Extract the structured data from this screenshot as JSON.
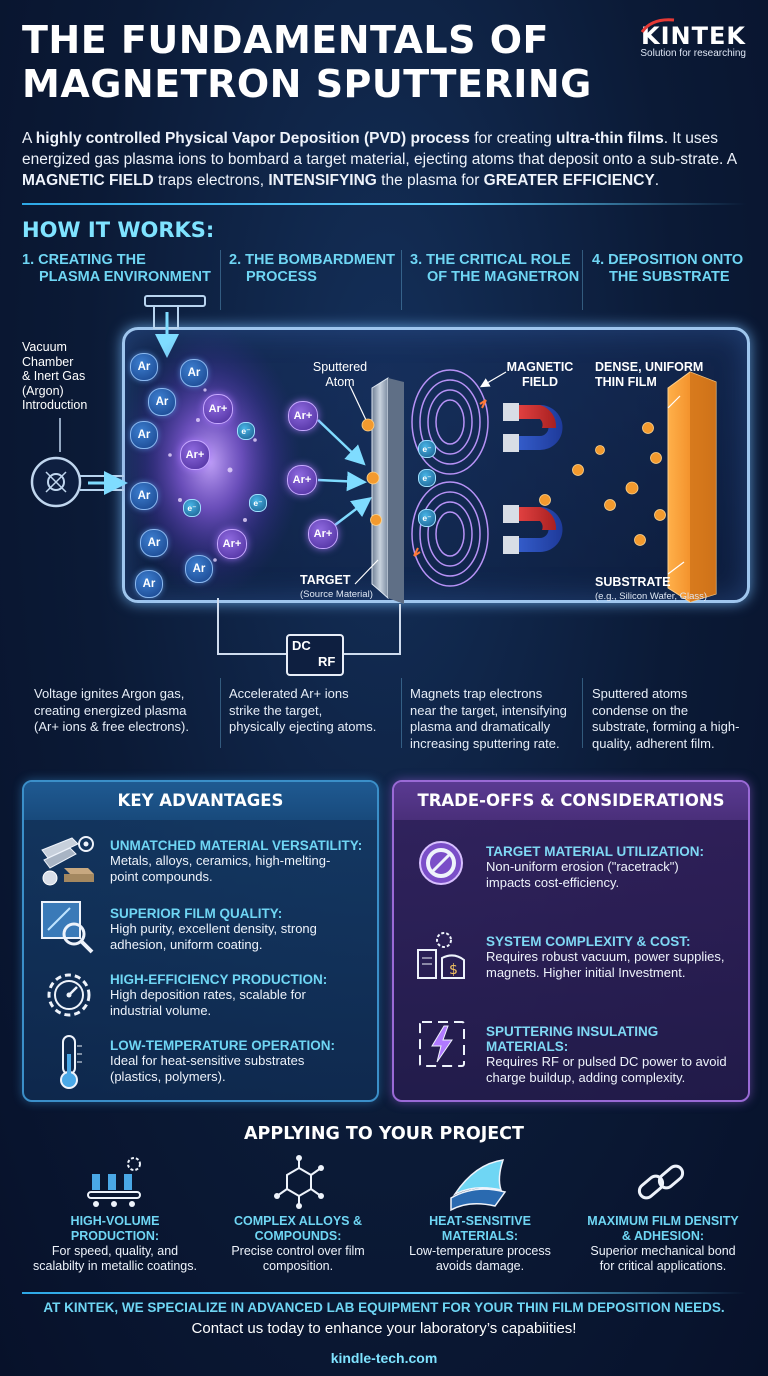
{
  "header": {
    "title_line1": "THE FUNDAMENTALS OF",
    "title_line2": "MAGNETRON SPUTTERING",
    "logo_brand": "KINTEK",
    "logo_tagline": "Solution for researching"
  },
  "intro": {
    "p1": "A ",
    "b1": "highly controlled Physical Vapor Deposition (PVD) process",
    "p2": " for creating ",
    "b2": "ultra-thin films",
    "p3": ". It uses energized gas plasma ions to bombard a target material, ejecting atoms that deposit onto a sub-strate. A ",
    "b3": "MAGNETIC FIELD",
    "p4": " traps electrons, ",
    "b4": "INTENSIFYING",
    "p5": " the plasma for ",
    "b5": "GREATER EFFICIENCY",
    "p6": "."
  },
  "how_it_works": {
    "heading": "HOW IT WORKS:",
    "steps": [
      {
        "line1": "1. CREATING THE",
        "line2": "PLASMA ENVIRONMENT",
        "desc1": "Voltage ignites Argon gas,",
        "desc2": "creating energized plasma",
        "desc3": "(Ar+ ions & free electrons).",
        "desc4": ""
      },
      {
        "line1": "2. THE BOMBARDMENT",
        "line2": "PROCESS",
        "desc1": "Accelerated Ar+ ions",
        "desc2": "strike the target,",
        "desc3": "physically ejecting atoms.",
        "desc4": ""
      },
      {
        "line1": "3. THE CRITICAL ROLE",
        "line2": "OF THE MAGNETRON",
        "desc1": "Magnets trap electrons",
        "desc2": "near the target, intensifying",
        "desc3": "plasma and dramatically",
        "desc4": "increasing sputtering rate."
      },
      {
        "line1": "4. DEPOSITION ONTO",
        "line2": "THE SUBSTRATE",
        "desc1": "Sputtered atoms",
        "desc2": "condense on the",
        "desc3": "substrate, forming a high-",
        "desc4": "quality, adherent film."
      }
    ]
  },
  "diagram": {
    "vacuum_label": [
      "Vacuum",
      "Chamber",
      "& Inert Gas",
      "(Argon)",
      "Introduction"
    ],
    "ar": "Ar",
    "arp": "Ar+",
    "electron": "e⁻",
    "sputtered_atom": [
      "Sputtered",
      "Atom"
    ],
    "target": "TARGET",
    "target_sub": "(Source Material)",
    "magnetic_field": [
      "MAGNETIC",
      "FIELD"
    ],
    "film": [
      "DENSE, UNIFORM",
      "THIN FILM"
    ],
    "substrate": "SUBSTRATE",
    "substrate_sub": "(e.g., Silicon Wafer, Glass)",
    "power_dc": "DC",
    "power_rf": "RF"
  },
  "advantages": {
    "heading": "KEY ADVANTAGES",
    "items": [
      {
        "title": "UNMATCHED MATERIAL VERSATILITY:",
        "l1": "Metals, alloys, ceramics, high-melting-",
        "l2": "point compounds."
      },
      {
        "title": "SUPERIOR FILM QUALITY:",
        "l1": "High purity, excellent density, strong",
        "l2": "adhesion, uniform coating."
      },
      {
        "title": "HIGH-EFFICIENCY PRODUCTION:",
        "l1": "High deposition rates, scalable for",
        "l2": "industrial volume."
      },
      {
        "title": "LOW-TEMPERATURE OPERATION:",
        "l1": "Ideal for heat-sensitive substrates",
        "l2": "(plastics, polymers)."
      }
    ]
  },
  "tradeoffs": {
    "heading": "TRADE-OFFS & CONSIDERATIONS",
    "items": [
      {
        "title": "TARGET MATERIAL UTILIZATION:",
        "l1": "Non-uniform erosion (\"racetrack\")",
        "l2": "impacts cost-efficiency."
      },
      {
        "title": "SYSTEM COMPLEXITY & COST:",
        "l1": "Requires robust vacuum, power supplies,",
        "l2": "magnets. Higher initial Investment."
      },
      {
        "title": "SPUTTERING INSULATING MATERIALS:",
        "l1": "Requires RF or pulsed DC power to avoid",
        "l2": "charge buildup, adding complexity."
      }
    ]
  },
  "applying": {
    "heading": "APPLYING TO YOUR PROJECT",
    "items": [
      {
        "t1": "HIGH-VOLUME",
        "t2": "PRODUCTION:",
        "d1": "For speed, quality, and",
        "d2": "scalabilty in metallic coatings."
      },
      {
        "t1": "COMPLEX ALLOYS &",
        "t2": "COMPOUNDS:",
        "d1": "Precise control over film",
        "d2": "composition."
      },
      {
        "t1": "HEAT-SENSITIVE",
        "t2": "MATERIALS:",
        "d1": "Low-temperature process",
        "d2": "avoids damage."
      },
      {
        "t1": "MAXIMUM FILM DENSITY",
        "t2": "& ADHESION:",
        "d1": "Superior mechanical bond",
        "d2": "for critical applications."
      }
    ]
  },
  "footer": {
    "bold": "AT KINTEK, WE SPECIALIZE IN ADVANCED LAB EQUIPMENT FOR YOUR THIN FILM DEPOSITION NEEDS.",
    "text": "Contact us today to enhance your laboratory’s capabiities!",
    "url": "kindle-tech.com"
  },
  "colors": {
    "accent_cyan": "#6fd6f4",
    "advantages_border": "#3b8fc9",
    "tradeoffs_border": "#9a6ad6",
    "target_orange": "#f08a24"
  }
}
